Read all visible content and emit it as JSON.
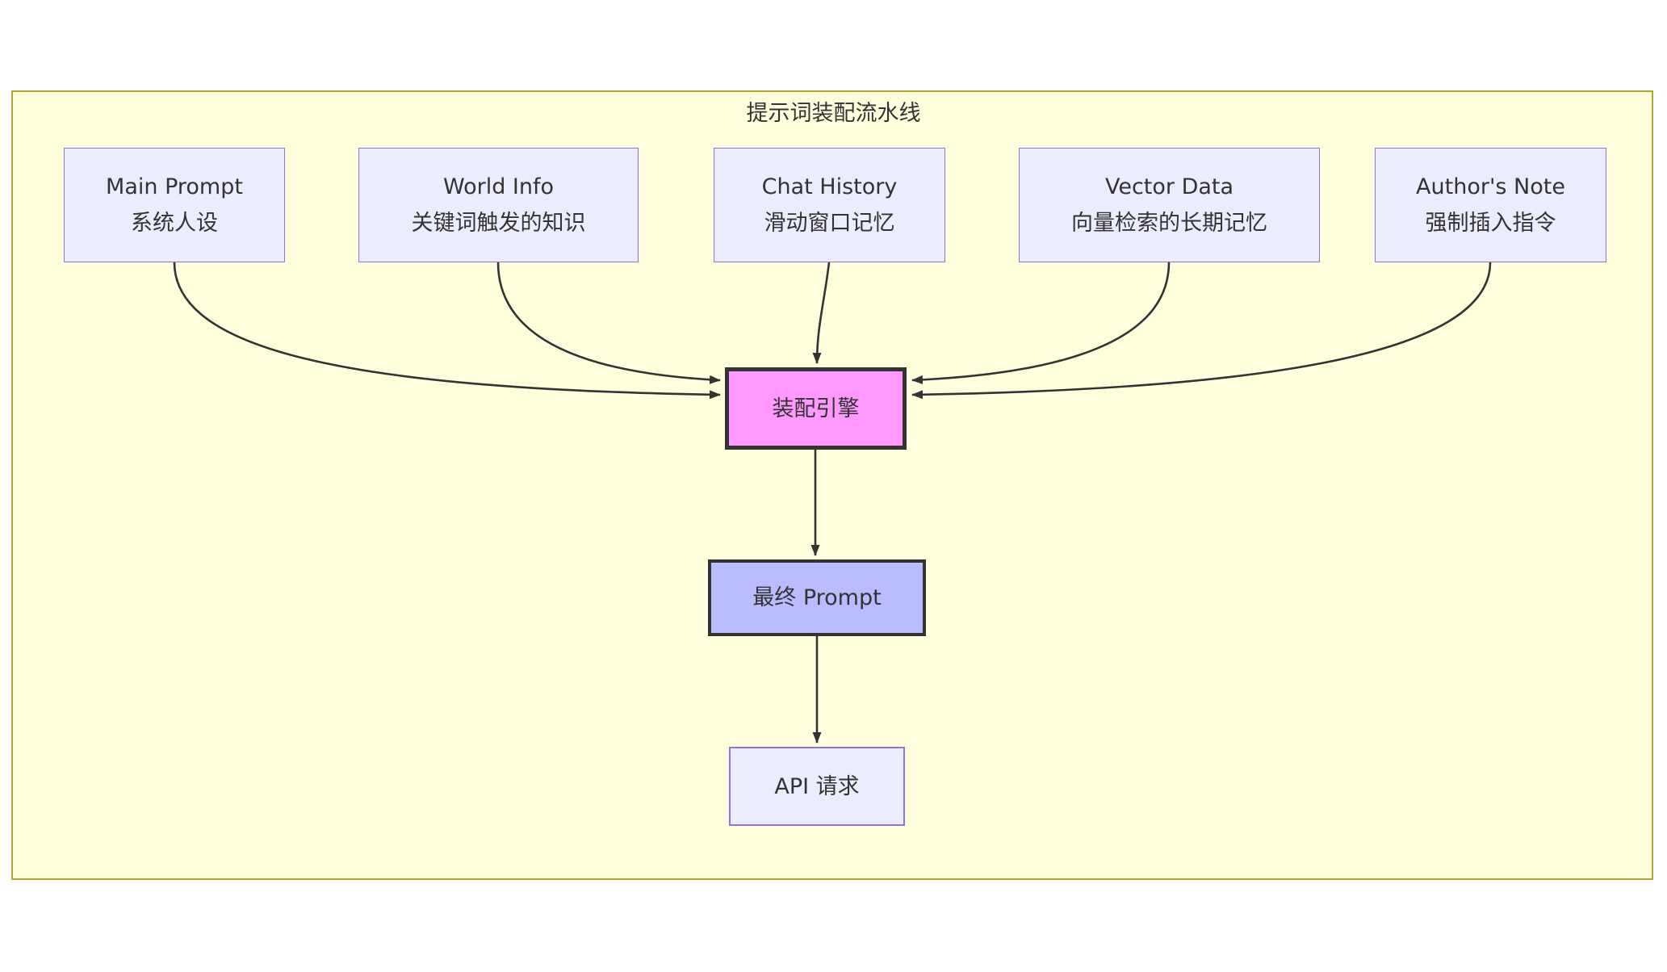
{
  "diagram": {
    "title": "提示词装配流水线",
    "sources": [
      {
        "id": "main-prompt",
        "title": "Main Prompt",
        "subtitle": "系统人设"
      },
      {
        "id": "world-info",
        "title": "World Info",
        "subtitle": "关键词触发的知识"
      },
      {
        "id": "chat-history",
        "title": "Chat History",
        "subtitle": "滑动窗口记忆"
      },
      {
        "id": "vector-data",
        "title": "Vector Data",
        "subtitle": "向量检索的长期记忆"
      },
      {
        "id": "authors-note",
        "title": "Author's Note",
        "subtitle": "强制插入指令"
      }
    ],
    "engine": {
      "label": "装配引擎"
    },
    "final_prompt": {
      "label": "最终 Prompt"
    },
    "api_request": {
      "label": "API 请求"
    },
    "edges": [
      {
        "from": "main-prompt",
        "to": "engine"
      },
      {
        "from": "world-info",
        "to": "engine"
      },
      {
        "from": "chat-history",
        "to": "engine"
      },
      {
        "from": "vector-data",
        "to": "engine"
      },
      {
        "from": "authors-note",
        "to": "engine"
      },
      {
        "from": "engine",
        "to": "final-prompt"
      },
      {
        "from": "final-prompt",
        "to": "api-request"
      }
    ]
  },
  "colors": {
    "container_fill": "#ffffde",
    "container_border": "#aaaa33",
    "node_fill": "#ECECFF",
    "node_border": "#9370DB",
    "engine_fill": "#ff99ff",
    "final_fill": "#bbbbff",
    "edge": "#333333",
    "text": "#333333"
  }
}
